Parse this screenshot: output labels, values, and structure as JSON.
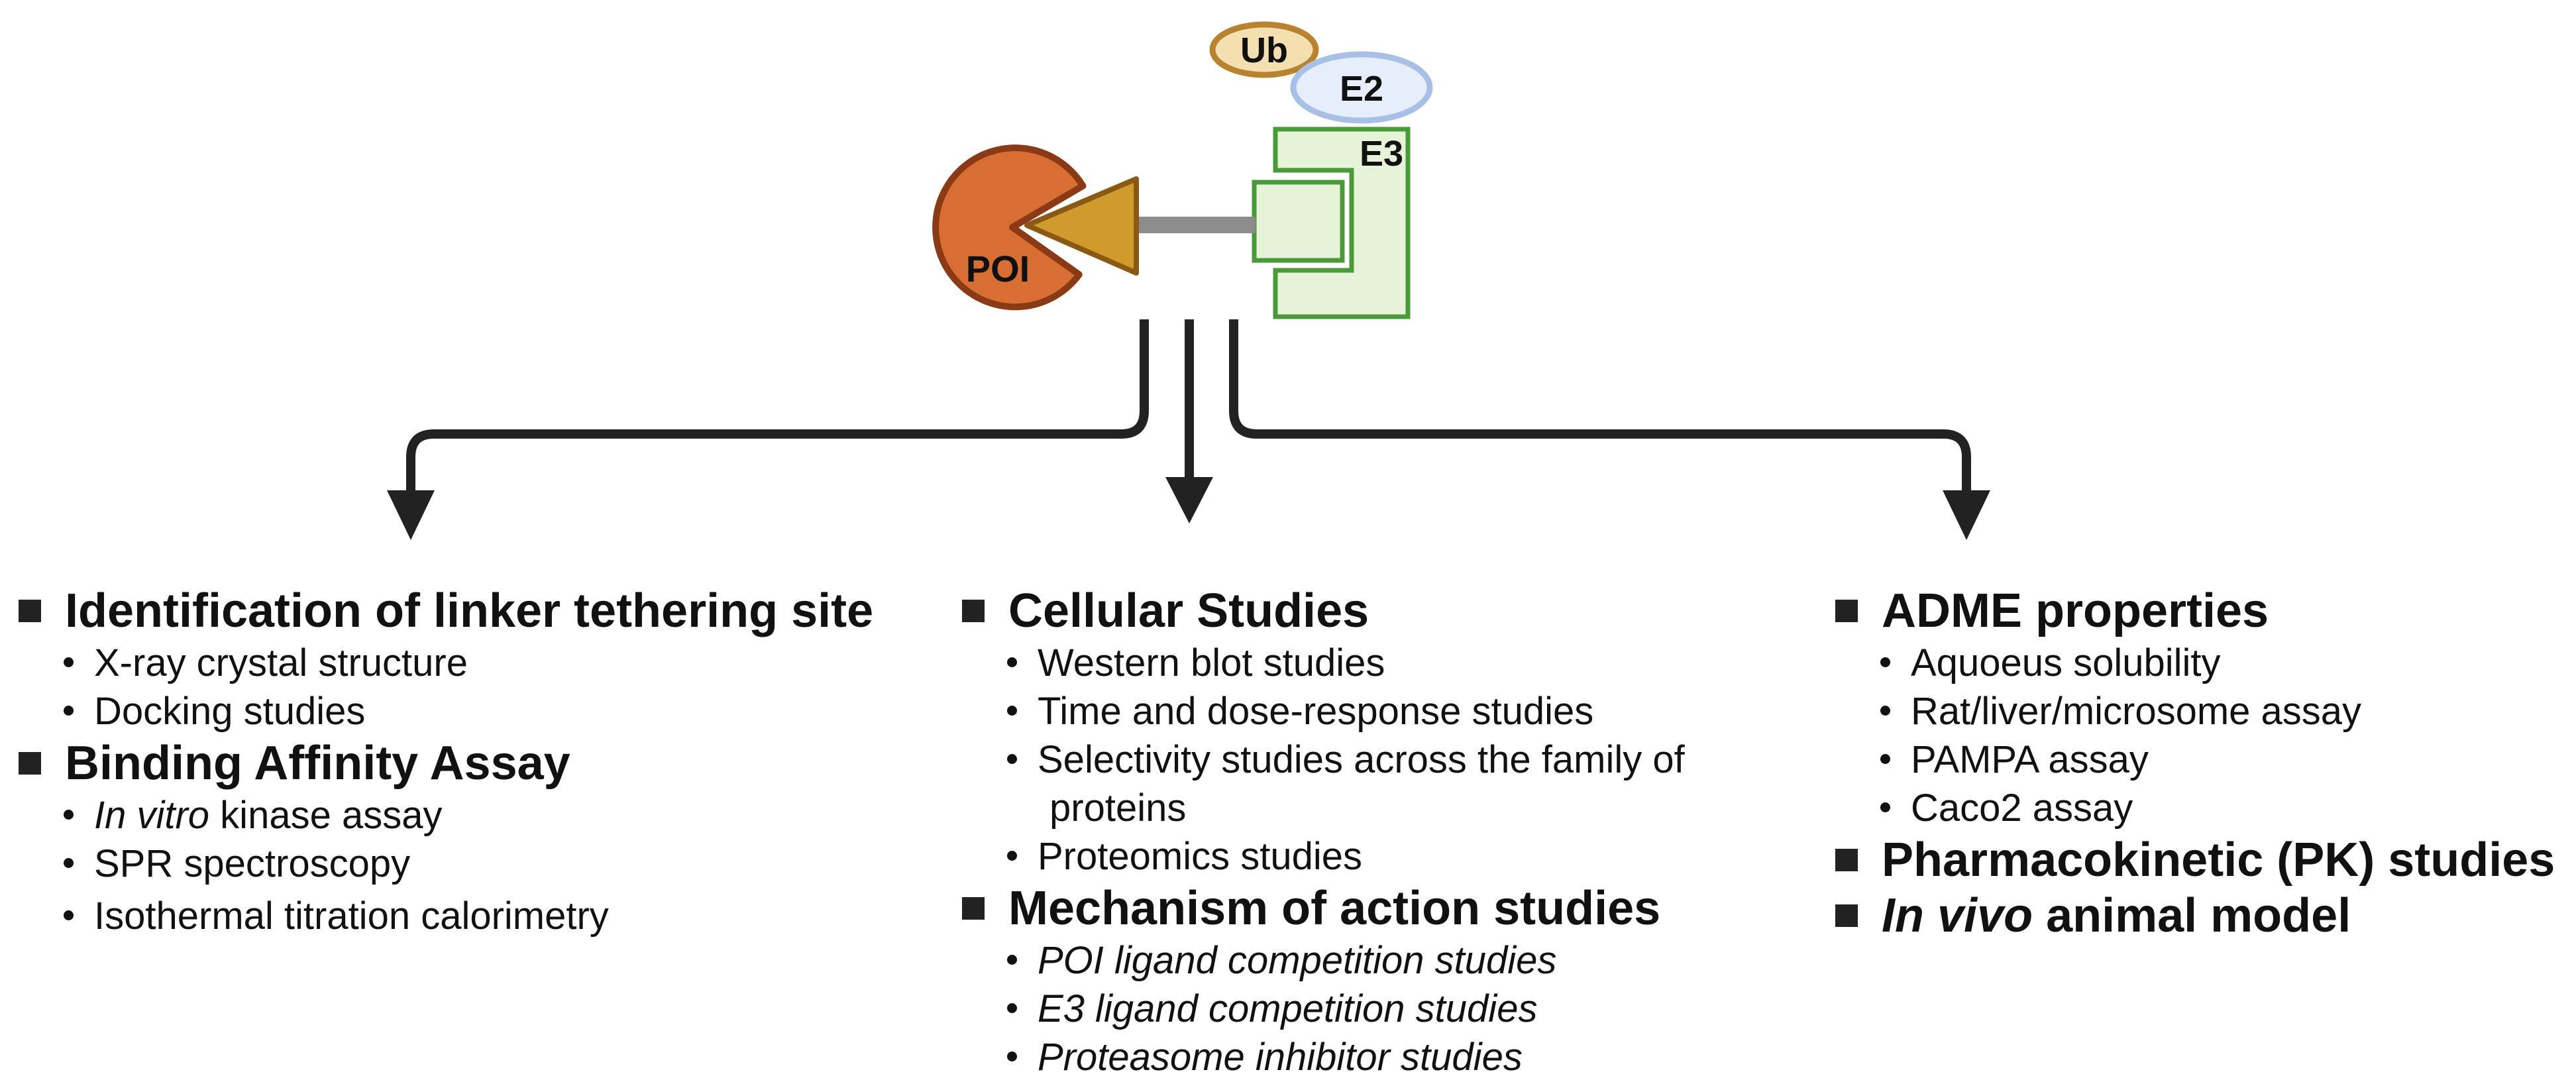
{
  "molecule": {
    "poi_label": "POI",
    "e3_label": "E3",
    "e2_label": "E2",
    "ub_label": "Ub",
    "colors": {
      "poi": "#d96e35",
      "poi_stroke": "#8a3a14",
      "warhead": "#d09a2c",
      "linker": "#8c8c8c",
      "e3_fill": "#e6f3d8",
      "e3_stroke": "#4a9a3a",
      "e2_fill": "#e7eefb",
      "e2_stroke": "#a8bfe6",
      "ub_fill": "#f4dfb0",
      "ub_stroke": "#b8832e",
      "arrow": "#222222"
    }
  },
  "columns": {
    "left": {
      "section1": {
        "heading": "Identification of linker tethering site",
        "items": [
          "X-ray crystal structure",
          "Docking studies"
        ]
      },
      "section2": {
        "heading": "Binding Affinity Assay",
        "item1_italic": "In vitro",
        "item1_rest": " kinase assay",
        "items": [
          "SPR spectroscopy",
          "Isothermal titration calorimetry"
        ]
      }
    },
    "middle": {
      "section1": {
        "heading": "Cellular Studies",
        "items": [
          "Western blot studies",
          "Time and dose-response studies",
          "Selectivity studies across the family of",
          "proteins",
          "Proteomics studies"
        ]
      },
      "section2": {
        "heading": "Mechanism of action studies",
        "items": [
          "POI ligand competition studies",
          "E3 ligand competition studies",
          "Proteasome inhibitor studies"
        ]
      }
    },
    "right": {
      "section1": {
        "heading": "ADME properties",
        "items": [
          "Aquoeus solubility",
          "Rat/liver/microsome assay",
          "PAMPA assay",
          "Caco2 assay"
        ]
      },
      "section2": {
        "heading": "Pharmacokinetic (PK) studies"
      },
      "section3": {
        "heading_italic": "In vivo",
        "heading_rest": " animal model"
      }
    }
  }
}
